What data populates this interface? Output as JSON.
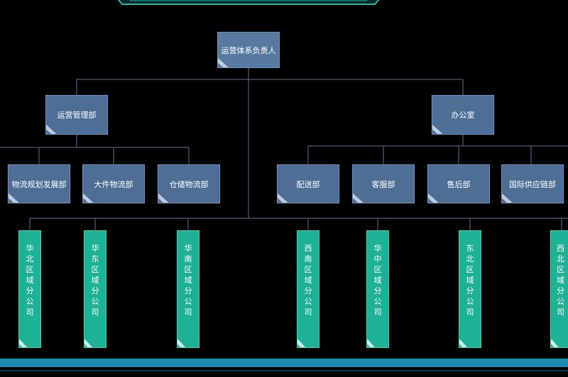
{
  "root": {
    "label": "运营体系负责人"
  },
  "departments": [
    {
      "label": "运营管理部"
    },
    {
      "label": "办公室"
    }
  ],
  "sub_departments": [
    {
      "label": "物流规划发展部"
    },
    {
      "label": "大件物流部"
    },
    {
      "label": "仓储物流部"
    },
    {
      "label": "配送部"
    },
    {
      "label": "客服部"
    },
    {
      "label": "售后部"
    },
    {
      "label": "国际供应链部"
    }
  ],
  "regional_companies": [
    {
      "label": "华北区域分公司"
    },
    {
      "label": "华东区域分公司"
    },
    {
      "label": "华南区域分公司"
    },
    {
      "label": "西南区域分公司"
    },
    {
      "label": "华中区域分公司"
    },
    {
      "label": "东北区域分公司"
    },
    {
      "label": "西北区域分公司"
    }
  ],
  "colors": {
    "node_fill": "#4f6e95",
    "regional_fill": "#1eb196",
    "connector": "#5a6f96",
    "header_accent": "#19b8a5",
    "bottom_bar": "#1f8ab1"
  }
}
